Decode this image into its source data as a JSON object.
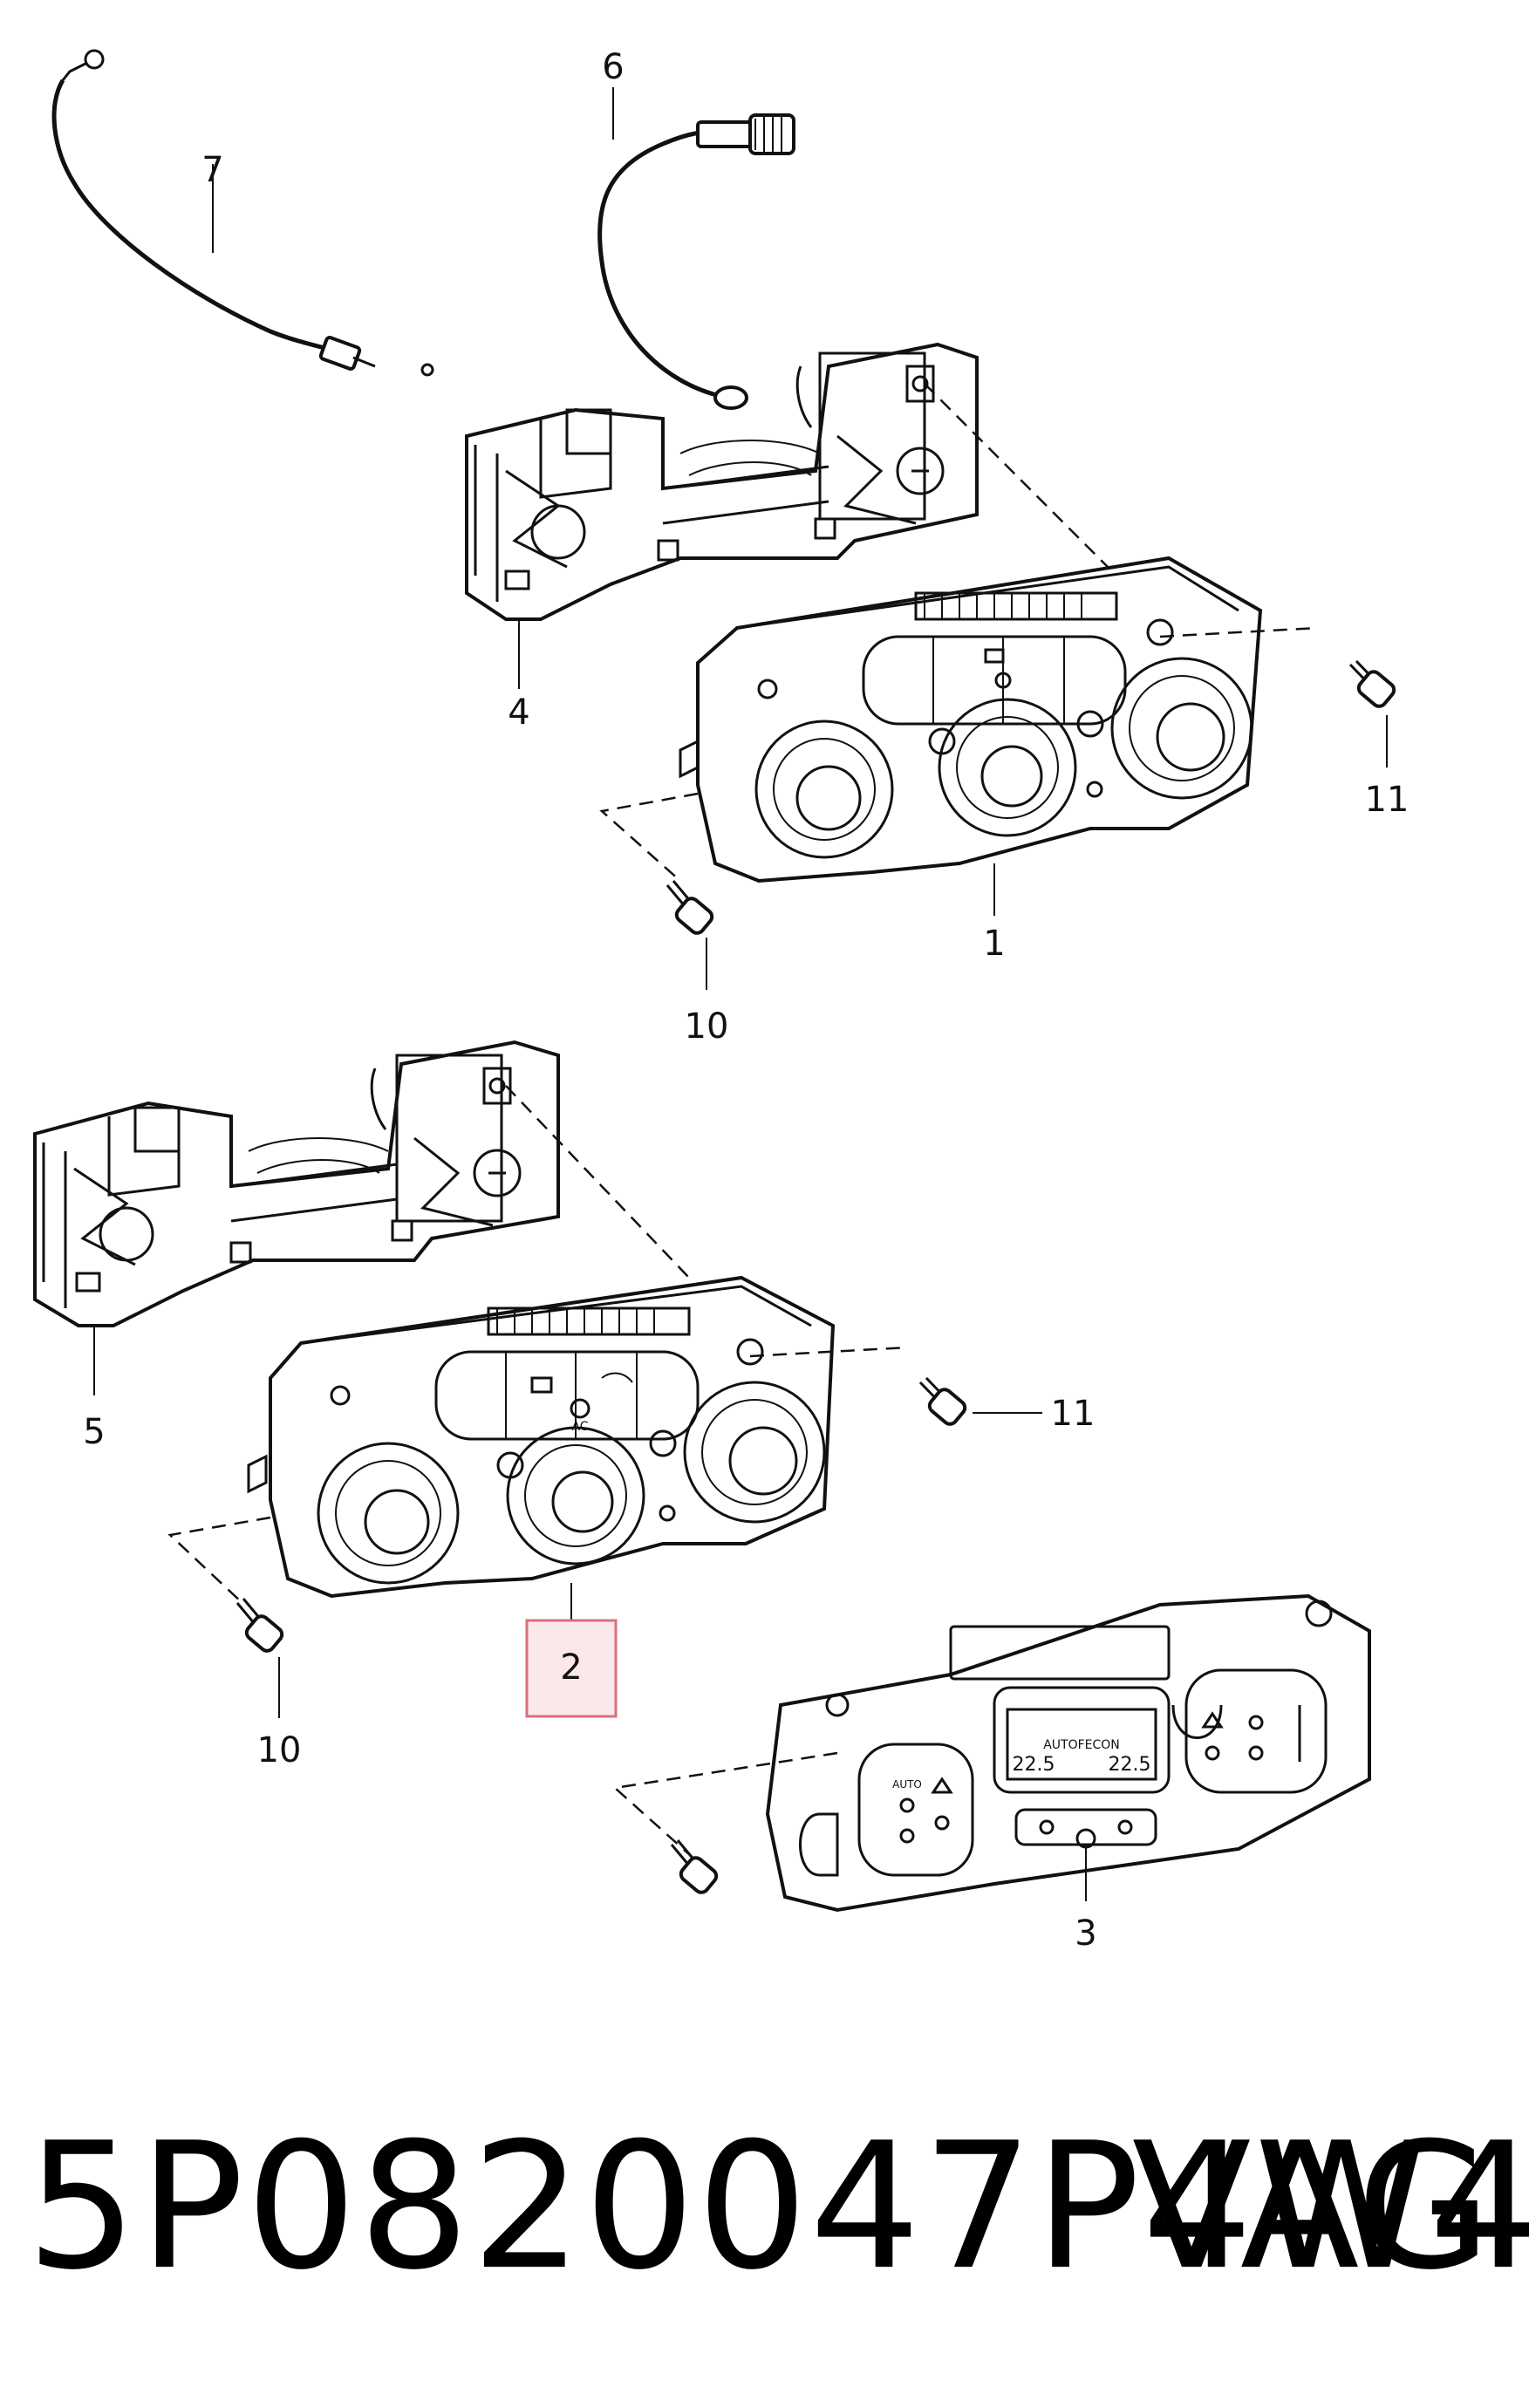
{
  "callouts": {
    "c1": "1",
    "c2": "2",
    "c3": "3",
    "c4": "4",
    "c5": "5",
    "c6": "6",
    "c7": "7",
    "c10a": "10",
    "c10b": "10",
    "c11a": "11",
    "c11b": "11"
  },
  "panel_labels": {
    "ac": "AC",
    "auto": "AUTO",
    "autofecon": "AUTOFECON",
    "temp_left": "22.5",
    "temp_right": "22.5"
  },
  "footer": {
    "part_number": "5P0820047P4W4",
    "brand": "VAG"
  },
  "colors": {
    "highlight_border": "#d9707a",
    "highlight_fill": "#fbe8ea",
    "line": "#111111"
  }
}
